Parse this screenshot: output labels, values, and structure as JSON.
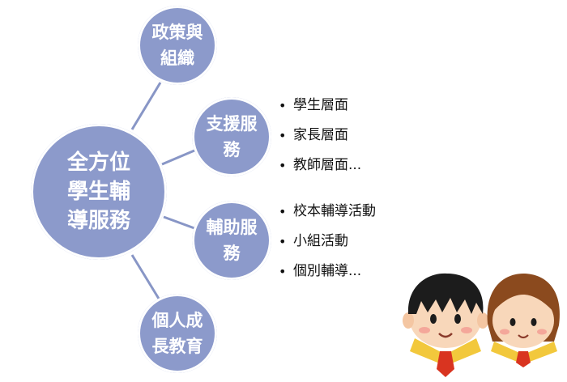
{
  "colors": {
    "node_fill": "#8c9acb",
    "connector": "#8896c6",
    "text_light": "#ffffff",
    "text_dark": "#111111",
    "boy_hair": "#1c1c1c",
    "girl_hair": "#8b4a1e",
    "skin": "#f8d7ba",
    "collar": "#f2c83c",
    "tie": "#d93420"
  },
  "center": {
    "label": "全方位\n學生輔\n導服務"
  },
  "nodes": [
    {
      "id": "policy",
      "label": "政策與\n組織"
    },
    {
      "id": "support",
      "label": "支援服\n務"
    },
    {
      "id": "counseling",
      "label": "輔助服\n務"
    },
    {
      "id": "growth",
      "label": "個人成\n長教育"
    }
  ],
  "support_items": [
    "學生層面",
    "家長層面",
    "教師層面..."
  ],
  "counseling_items": [
    "校本輔導活動",
    "小組活動",
    "個別輔導..."
  ],
  "illustration": {
    "figures": [
      "boy",
      "girl"
    ]
  }
}
